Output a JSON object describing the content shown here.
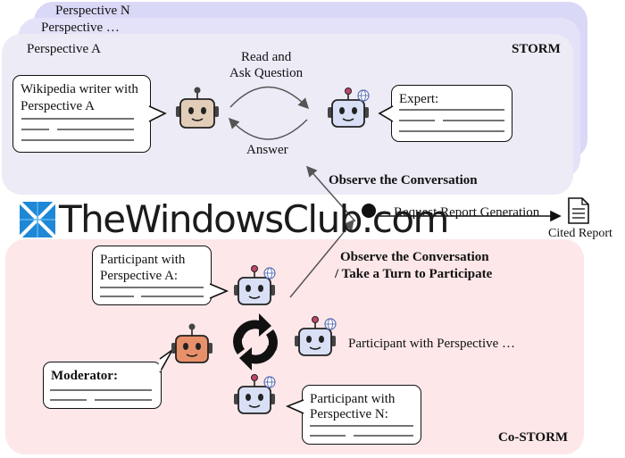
{
  "storm": {
    "perspective_n": "Perspective N",
    "perspective_etc": "Perspective …",
    "perspective_a": "Perspective A",
    "title": "STORM",
    "writer_bubble_line1": "Wikipedia writer with",
    "writer_bubble_line2": "Perspective A",
    "expert_bubble": "Expert:",
    "read_ask_line1": "Read and",
    "read_ask_line2": "Ask Question",
    "answer": "Answer",
    "observe": "Observe the Conversation"
  },
  "middle": {
    "request": "Request Report Generation",
    "cited_report": "Cited Report",
    "observe_line1": "Observe the Conversation",
    "observe_line2": "/ Take a Turn to Participate"
  },
  "watermark": "TheWindowsClub.com",
  "costorm": {
    "title": "Co-STORM",
    "participant_a_line1": "Participant with",
    "participant_a_line2": "Perspective A:",
    "participant_etc": "Participant with Perspective …",
    "moderator": "Moderator:",
    "participant_n_line1": "Participant with",
    "participant_n_line2": "Perspective N:"
  },
  "colors": {
    "storm_panel": "#ecebf7",
    "storm_back1": "#dcdbf8",
    "storm_back2": "#e6e4fa",
    "costorm_panel": "#fde9ea",
    "robot_human": "#e2cdb8",
    "robot_ai": "#d9e0f5",
    "robot_moderator": "#e8906a",
    "antenna_ai": "#c0456b"
  }
}
